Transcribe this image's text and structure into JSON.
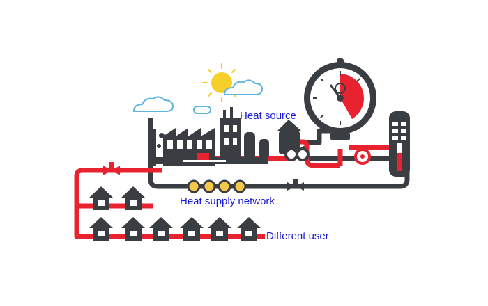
{
  "labels": {
    "heat_source": "Heat source",
    "heat_supply_network": "Heat supply network",
    "different_user": "Different user"
  },
  "colors": {
    "supply_pipe": "#e8232f",
    "return_pipe": "#3a3d42",
    "label_text": "#1a1ad6",
    "sun": "#f6cf2b",
    "cloud_outline": "#5eb4e0",
    "meter_fill": "#f2c94c"
  },
  "icons": [
    "sun-icon",
    "cloud-icon",
    "factory-icon",
    "pressure-gauge-icon",
    "thermometer-icon",
    "pump-icon",
    "valve-icon",
    "flow-meter-icon",
    "house-icon"
  ]
}
